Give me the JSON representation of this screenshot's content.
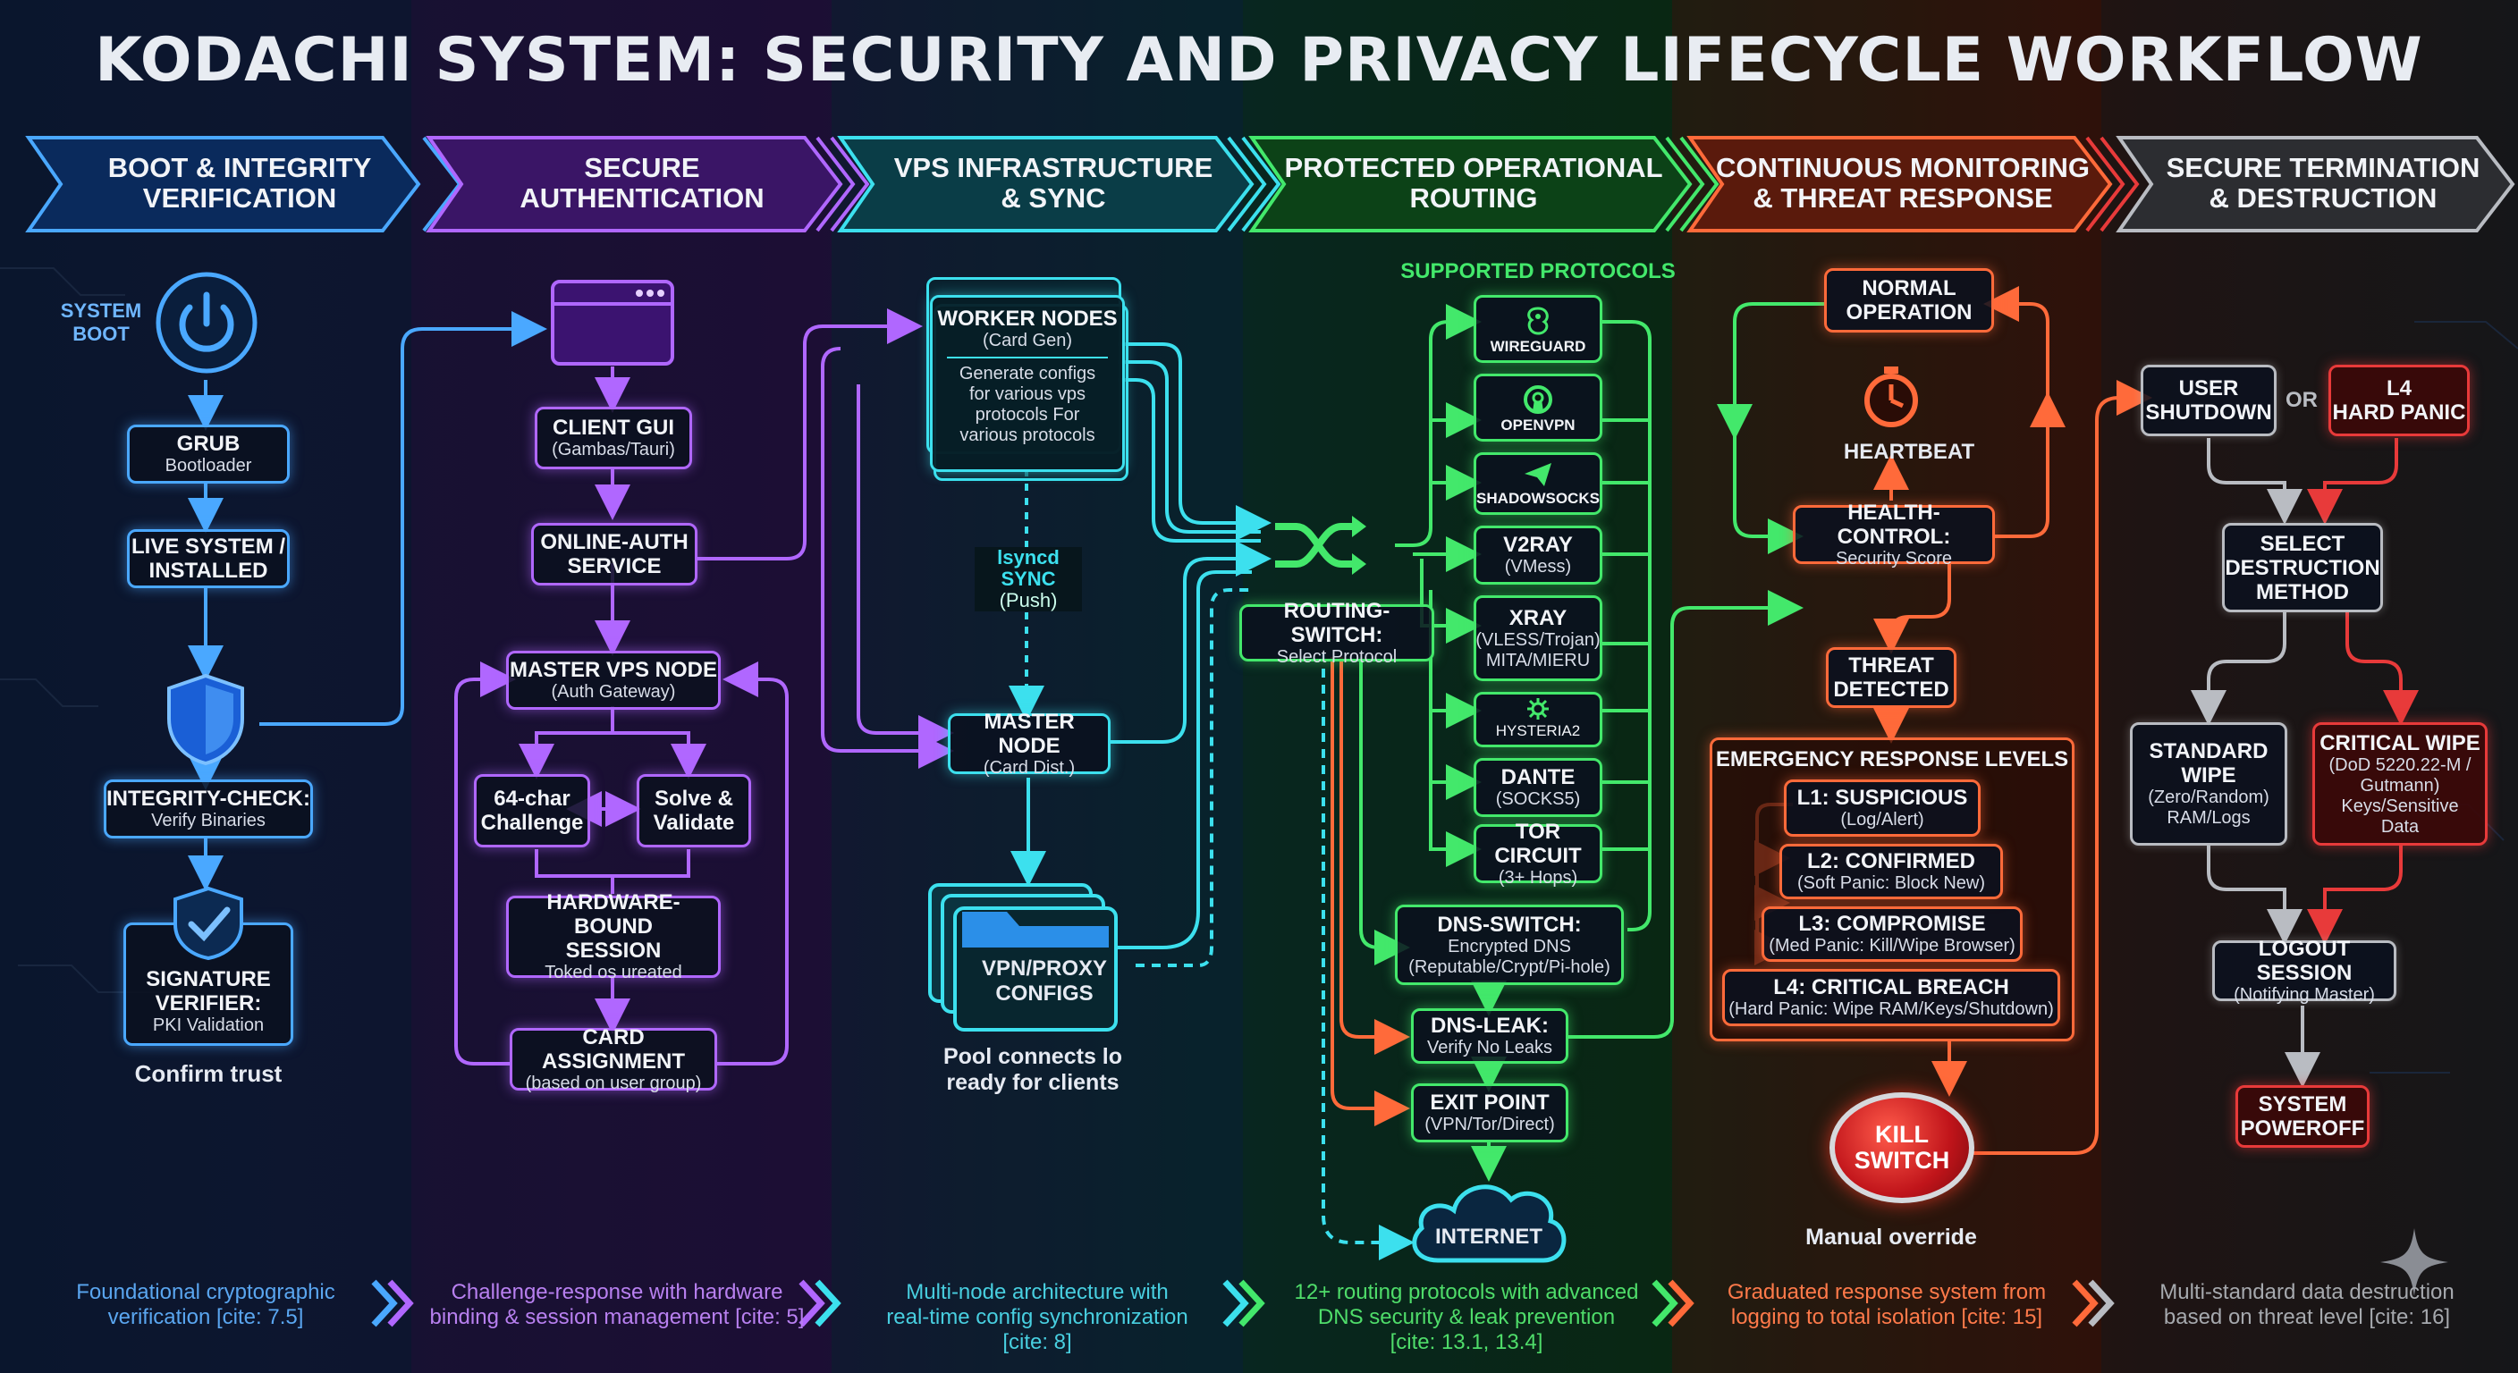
{
  "title": "KODACHI SYSTEM: SECURITY AND PRIVACY LIFECYCLE WORKFLOW",
  "colors": {
    "blue": "#4aa8ff",
    "purple": "#b067ff",
    "cyan": "#3ce0ee",
    "green": "#43e86b",
    "orange": "#ff6a3a",
    "grey": "#b9bcc2",
    "red": "#e83a3a"
  },
  "stages": [
    {
      "line1": "BOOT & INTEGRITY",
      "line2": "VERIFICATION"
    },
    {
      "line1": "SECURE",
      "line2": "AUTHENTICATION"
    },
    {
      "line1": "VPS INFRASTRUCTURE",
      "line2": "& SYNC"
    },
    {
      "line1": "PROTECTED OPERATIONAL",
      "line2": "ROUTING"
    },
    {
      "line1": "CONTINUOUS MONITORING",
      "line2": "& THREAT RESPONSE"
    },
    {
      "line1": "SECURE TERMINATION",
      "line2": "& DESTRUCTION"
    }
  ],
  "boot": {
    "system_boot_1": "SYSTEM",
    "system_boot_2": "BOOT",
    "grub_h": "GRUB",
    "grub_s": "Bootloader",
    "live_h1": "LIVE SYSTEM /",
    "live_h2": "INSTALLED",
    "integrity_h": "INTEGRITY-CHECK:",
    "integrity_s": "Verify Binaries",
    "sig_h1": "SIGNATURE",
    "sig_h2": "VERIFIER:",
    "sig_s": "PKI Validation",
    "confirm": "Confirm trust"
  },
  "auth": {
    "client_h": "CLIENT GUI",
    "client_s": "(Gambas/Tauri)",
    "online_h1": "ONLINE-AUTH",
    "online_h2": "SERVICE",
    "master_h": "MASTER VPS NODE",
    "master_s": "(Auth Gateway)",
    "challenge_1": "64-char",
    "challenge_2": "Challenge",
    "solve_1": "Solve &",
    "solve_2": "Validate",
    "hw_h1": "HARDWARE-BOUND",
    "hw_h2": "SESSION",
    "hw_s": "Toked os ureated",
    "card_h": "CARD ASSIGNMENT",
    "card_s": "(based on user group)"
  },
  "vps": {
    "worker_h": "WORKER NODES",
    "worker_s": "(Card Gen)",
    "worker_d1": "Generate configs",
    "worker_d2": "for various vps",
    "worker_d3": "protocols For",
    "worker_d4": "various protocols",
    "sync_1": "lsyncd",
    "sync_2": "SYNC",
    "sync_3": "(Push)",
    "master_h": "MASTER NODE",
    "master_s": "(Card Dist.)",
    "vpn_h1": "VPN/PROXY",
    "vpn_h2": "CONFIGS",
    "pool_1": "Pool connects lo",
    "pool_2": "ready for clients"
  },
  "routing": {
    "supported": "SUPPORTED PROTOCOLS",
    "switch_h": "ROUTING-SWITCH:",
    "switch_s": "Select Protocol",
    "protocols": [
      {
        "h": "WIREGUARD",
        "s": ""
      },
      {
        "h": "OPENVPN",
        "s": ""
      },
      {
        "h": "SHADOWSOCKS",
        "s": ""
      },
      {
        "h": "V2RAY",
        "s": "(VMess)"
      },
      {
        "h": "XRAY",
        "s": "(VLESS/Trojan)",
        "s2": "MITA/MIERU"
      },
      {
        "h": "HYSTERIA2",
        "s": ""
      },
      {
        "h": "DANTE",
        "s": "(SOCKS5)"
      },
      {
        "h": "TOR CIRCUIT",
        "s": "(3+ Hops)"
      }
    ],
    "dns_switch_h": "DNS-SWITCH:",
    "dns_switch_s1": "Encrypted DNS",
    "dns_switch_s2": "(Reputable/Crypt/Pi-hole)",
    "dns_leak_h": "DNS-LEAK:",
    "dns_leak_s": "Verify No Leaks",
    "exit_h": "EXIT POINT",
    "exit_s": "(VPN/Tor/Direct)",
    "internet": "INTERNET"
  },
  "monitor": {
    "normal_1": "NORMAL",
    "normal_2": "OPERATION",
    "heartbeat": "HEARTBEAT",
    "health_h": "HEALTH-CONTROL:",
    "health_s": "Security Score",
    "threat_1": "THREAT",
    "threat_2": "DETECTED",
    "levels_title": "EMERGENCY RESPONSE LEVELS",
    "levels": [
      {
        "h": "L1: SUSPICIOUS",
        "s": "(Log/Alert)"
      },
      {
        "h": "L2: CONFIRMED",
        "s": "(Soft Panic: Block New)"
      },
      {
        "h": "L3: COMPROMISE",
        "s": "(Med Panic: Kill/Wipe Browser)"
      },
      {
        "h": "L4: CRITICAL BREACH",
        "s": "(Hard Panic: Wipe RAM/Keys/Shutdown)"
      }
    ],
    "kill_1": "KILL",
    "kill_2": "SWITCH",
    "manual": "Manual override"
  },
  "term": {
    "user_1": "USER",
    "user_2": "SHUTDOWN",
    "or": "OR",
    "panic_1": "L4",
    "panic_2": "HARD PANIC",
    "select_1": "SELECT",
    "select_2": "DESTRUCTION",
    "select_3": "METHOD",
    "std_1": "STANDARD",
    "std_2": "WIPE",
    "std_3": "(Zero/Random)",
    "std_4": "RAM/Logs",
    "crit_1": "CRITICAL WIPE",
    "crit_2": "(DoD 5220.22-M /",
    "crit_3": "Gutmann)",
    "crit_4": "Keys/Sensitive",
    "crit_5": "Data",
    "logout_h": "LOGOUT SESSION",
    "logout_s": "(Notifying Master)",
    "power_1": "SYSTEM",
    "power_2": "POWEROFF"
  },
  "footer": [
    {
      "l1": "Foundational cryptographic",
      "l2": "verification [cite: 7.5]",
      "l3": ""
    },
    {
      "l1": "Challenge-response with hardware",
      "l2": "binding & session management [cite: 5]",
      "l3": ""
    },
    {
      "l1": "Multi-node architecture with",
      "l2": "real-time config synchronization",
      "l3": "[cite: 8]"
    },
    {
      "l1": "12+ routing protocols with advanced",
      "l2": "DNS security & leak prevention",
      "l3": "[cite: 13.1, 13.4]"
    },
    {
      "l1": "Graduated response system from",
      "l2": "logging to total isolation [cite: 15]",
      "l3": ""
    },
    {
      "l1": "Multi-standard data destruction",
      "l2": "based on threat level [cite: 16]",
      "l3": ""
    }
  ]
}
